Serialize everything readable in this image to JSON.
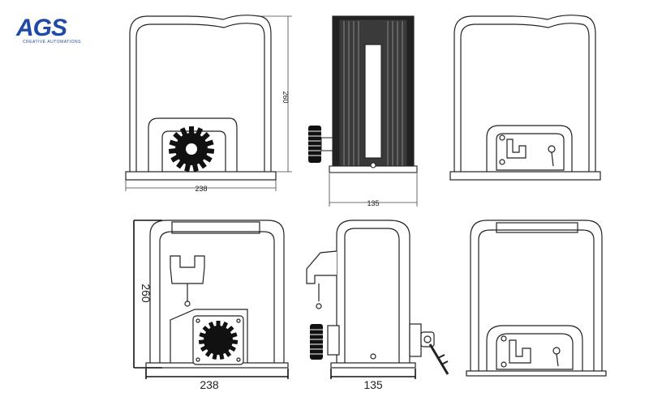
{
  "logo": {
    "text": "AGS",
    "subtitle": "CREATIVE AUTOMATIONS",
    "brand_color": "#1f4aa8"
  },
  "dimensions_top": {
    "front_width": "238",
    "front_height": "260",
    "side_width": "135"
  },
  "dimensions_bottom": {
    "front_width": "238",
    "front_height": "260",
    "side_width": "135"
  }
}
